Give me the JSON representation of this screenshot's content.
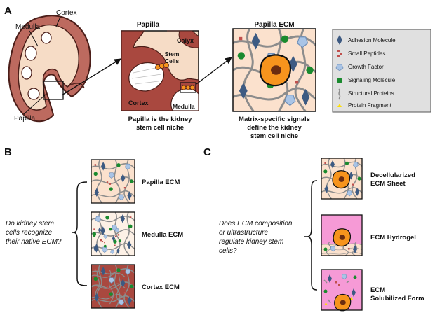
{
  "colors": {
    "ecm_bg": "#fbe1cd",
    "cortex_bg": "#a9483f",
    "kidney_outer": "#bd6a5f",
    "kidney_inner": "#f6dcc6",
    "kidney_dark": "#7a2b24",
    "hydrogel_bg": "#f69ad6",
    "cell_fill": "#f7941d",
    "cell_nucleus": "#6b2c10",
    "adhesion_molecule": "#3d5a82",
    "small_peptides": "#c0504d",
    "growth_factor": "#a9c4e6",
    "signaling_molecule": "#1a8a2e",
    "structural_proteins": "#8c8c8c",
    "protein_fragment": "#ffe000"
  },
  "panel_a": {
    "letter": "A",
    "kidney": {
      "cortex_label": "Cortex",
      "medulla_label": "Medulla",
      "papilla_label": "Papilla"
    },
    "papilla": {
      "title": "Papilla",
      "calyx_label": "Calyx",
      "stem_cells_label_1": "Stem",
      "stem_cells_label_2": "Cells",
      "cortex_label": "Cortex",
      "medulla_label": "Medulla",
      "caption_1": "Papilla is the kidney",
      "caption_2": "stem cell niche"
    },
    "papilla_ecm": {
      "title": "Papilla ECM",
      "caption_1": "Matrix-specific signals",
      "caption_2": "define the kidney",
      "caption_3": "stem cell niche"
    },
    "legend": [
      {
        "label": "Adhesion Molecule",
        "icon": "adhesion-molecule-icon"
      },
      {
        "label": "Small Peptides",
        "icon": "small-peptides-icon"
      },
      {
        "label": "Growth Factor",
        "icon": "growth-factor-icon"
      },
      {
        "label": "Signaling Molecule",
        "icon": "signaling-molecule-icon"
      },
      {
        "label": "Structural Proteins",
        "icon": "structural-proteins-icon"
      },
      {
        "label": "Protein Fragment",
        "icon": "protein-fragment-icon"
      }
    ]
  },
  "panel_b": {
    "letter": "B",
    "question_1": "Do kidney stem",
    "question_2": "cells recognize",
    "question_3": "their native ECM?",
    "items": [
      "Papilla ECM",
      "Medulla ECM",
      "Cortex ECM"
    ]
  },
  "panel_c": {
    "letter": "C",
    "question_1": "Does ECM composition",
    "question_2": "or ultrastructure",
    "question_3": "regulate kidney stem",
    "question_4": "cells?",
    "items": [
      {
        "line1": "Decellularized",
        "line2": "ECM Sheet"
      },
      {
        "line1": "ECM Hydrogel",
        "line2": ""
      },
      {
        "line1": "ECM",
        "line2": "Solubilized Form"
      }
    ]
  }
}
